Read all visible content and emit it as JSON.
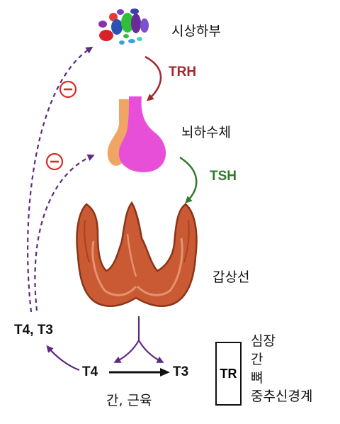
{
  "organs": {
    "hypothalamus": "시상하부",
    "pituitary": "뇌하수체",
    "thyroid": "갑상선"
  },
  "hormones": {
    "trh": "TRH",
    "tsh": "TSH",
    "t4_t3": "T4, T3",
    "t4": "T4",
    "t3": "T3"
  },
  "feedback": {
    "symbol": "−"
  },
  "conversion_site": "간, 근육",
  "receptor": {
    "label": "TR",
    "targets": [
      "심장",
      "간",
      "뼈",
      "중추신경계"
    ]
  },
  "colors": {
    "trh_arrow": "#a3282c",
    "tsh_arrow": "#2f7a2c",
    "feedback_arrow": "#5b2a84",
    "inhibit_circle": "#d92a2a",
    "pituitary_anterior": "#e84fd8",
    "pituitary_posterior": "#f0a565",
    "thyroid": "#c95a34"
  }
}
